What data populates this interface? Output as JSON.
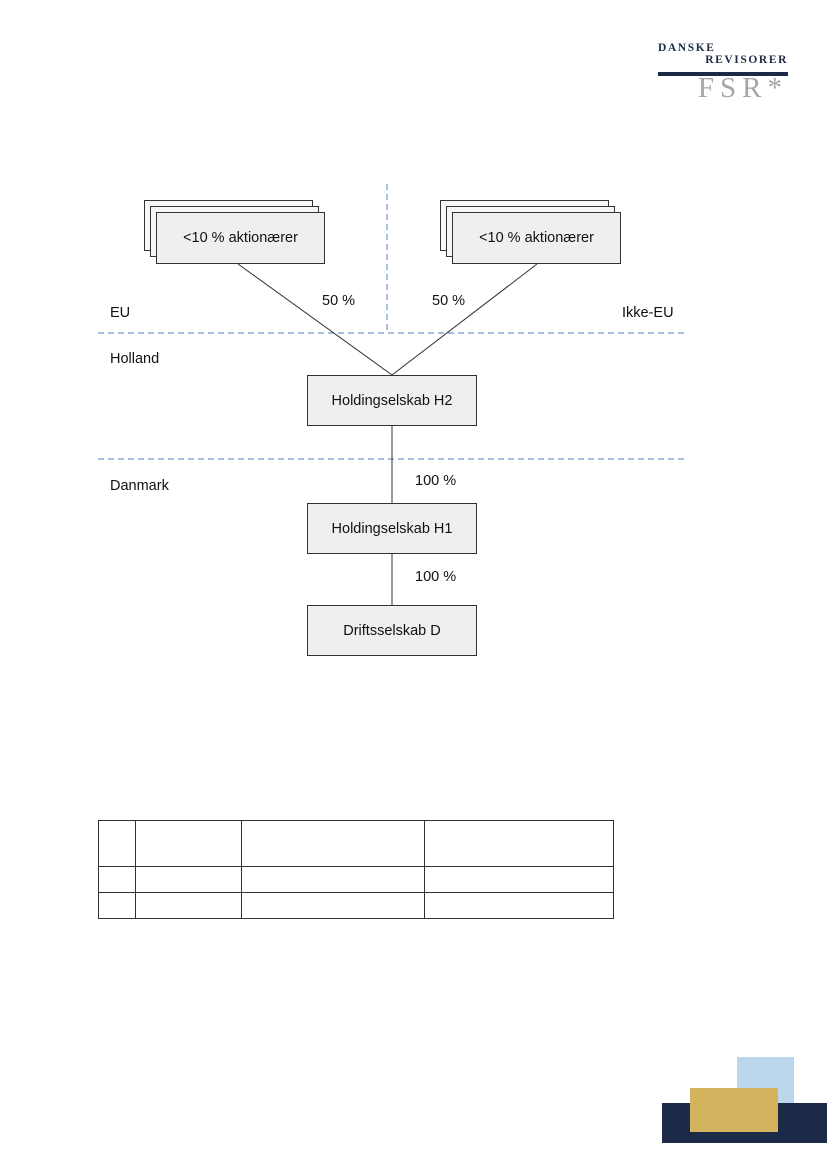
{
  "logo": {
    "line1": "DANSKE",
    "line2": "REVISORER",
    "mark": "FSR*"
  },
  "diagram": {
    "shareholders_left": "<10 % aktionærer",
    "shareholders_right": "<10 % aktionærer",
    "pct_left": "50 %",
    "pct_right": "50 %",
    "region_eu": "EU",
    "region_non_eu": "Ikke-EU",
    "region_holland": "Holland",
    "region_denmark": "Danmark",
    "h2": "Holdingselskab H2",
    "pct_h2_h1": "100 %",
    "h1": "Holdingselskab H1",
    "pct_h1_d": "100 %",
    "d": "Driftsselskab D"
  },
  "colors": {
    "box_fill": "#efefef",
    "divider": "#4f81bd",
    "navy": "#1c2a47",
    "gold": "#d4b35f",
    "light_blue": "#bcd6ee"
  },
  "table": {
    "rows": [
      [
        "",
        "",
        "",
        ""
      ],
      [
        "",
        "",
        "",
        ""
      ],
      [
        "",
        "",
        "",
        ""
      ]
    ]
  }
}
